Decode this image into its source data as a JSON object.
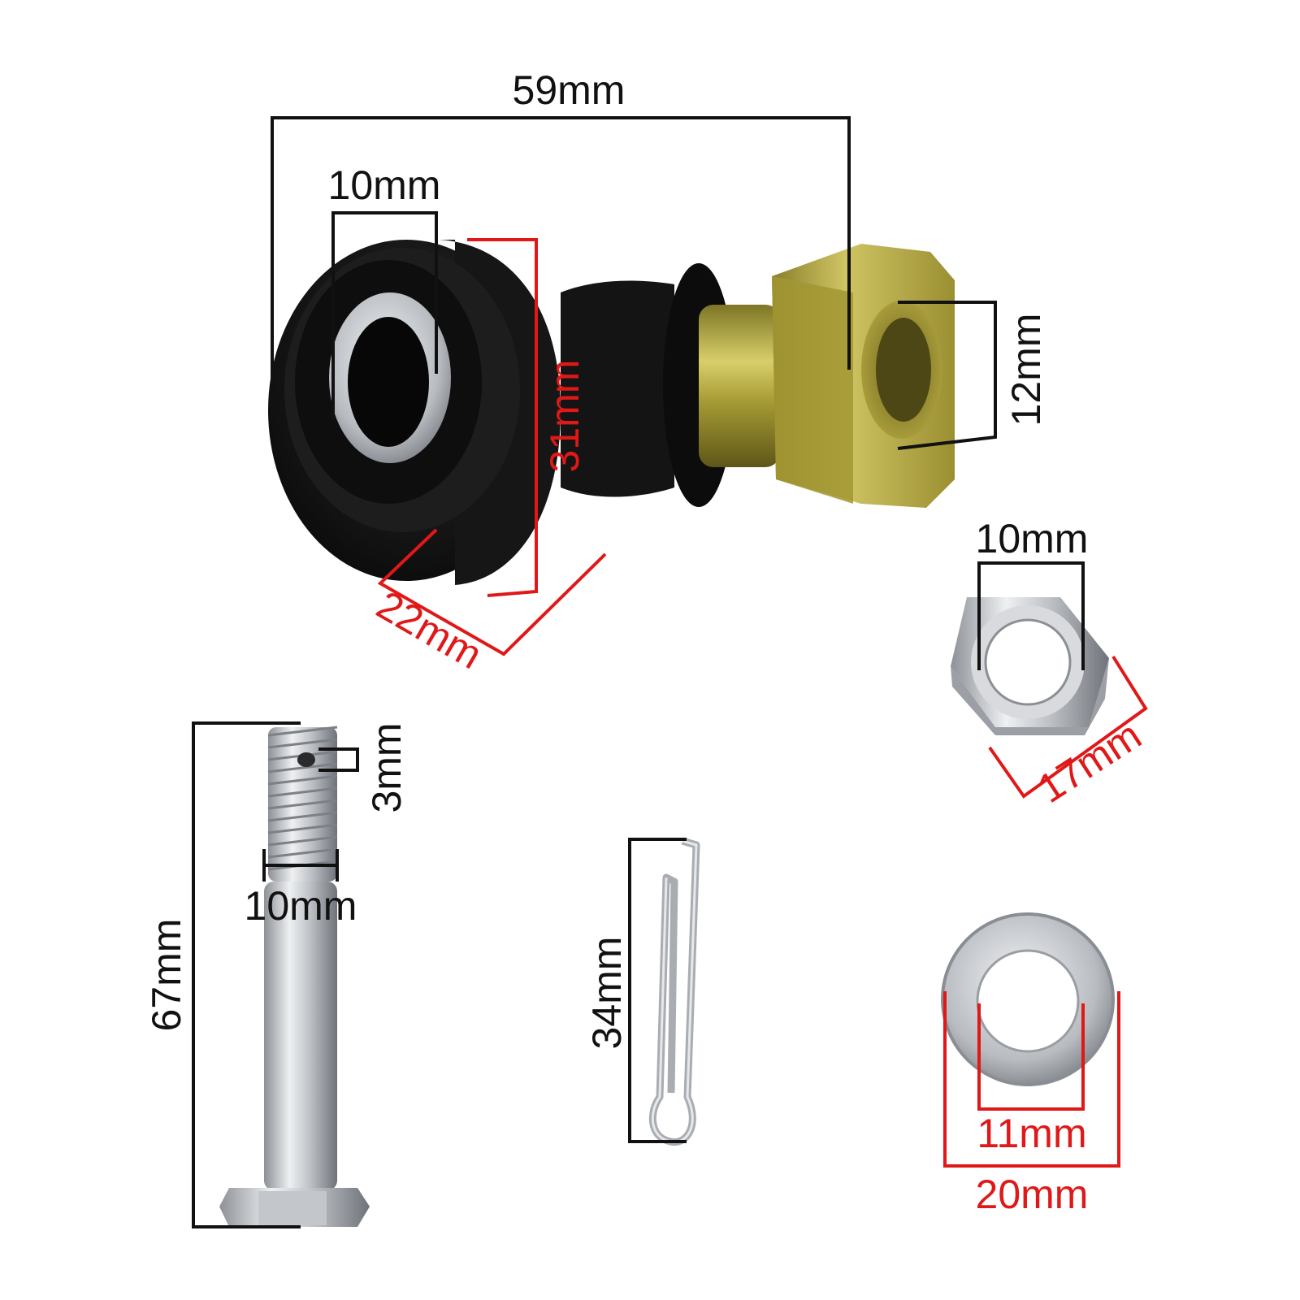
{
  "colors": {
    "dimension_black": "#111111",
    "dimension_red": "#e01818",
    "rubber": "#151515",
    "brass": "#b4a636",
    "zinc": "#c9ccd0"
  },
  "parts": {
    "tie_rod_end": {
      "overall_length": "59mm",
      "bore_diameter": "10mm",
      "thread_diameter": "12mm",
      "housing_height": "31mm",
      "housing_width": "22mm"
    },
    "hex_nut": {
      "inner_diameter": "10mm",
      "across_flats": "17mm"
    },
    "bolt": {
      "length": "67mm",
      "thread_diameter": "10mm",
      "pin_hole": "3mm"
    },
    "cotter_pin": {
      "length": "34mm"
    },
    "washer": {
      "inner_diameter": "11mm",
      "outer_diameter": "20mm"
    }
  }
}
